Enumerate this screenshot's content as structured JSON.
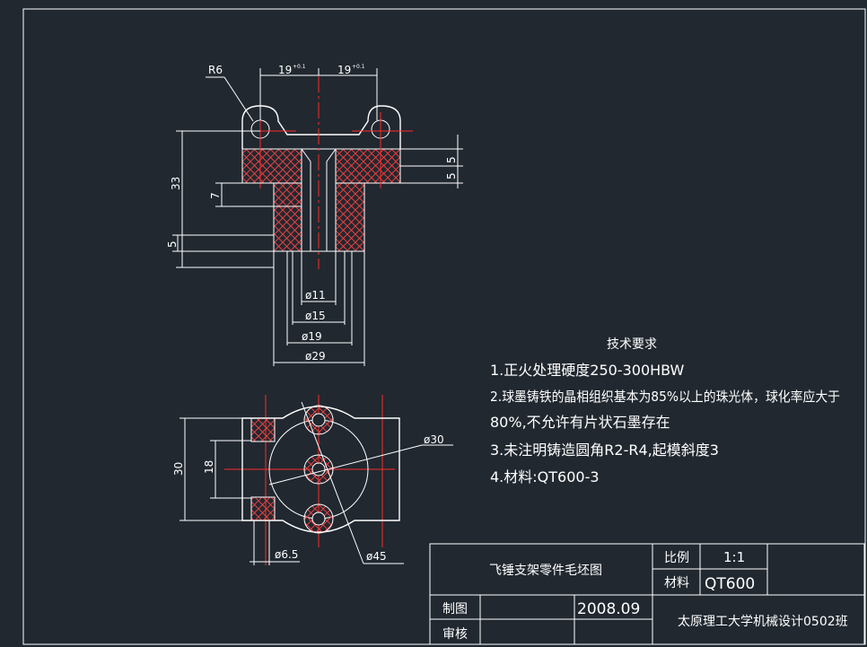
{
  "drawing": {
    "front_view": {
      "dims": {
        "radius": "R6",
        "top_left": "19",
        "top_right": "19",
        "tol_plus": "+0.1",
        "tol_minus": "+0.1",
        "height_total": "33",
        "step_7": "7",
        "step_5": "5",
        "right_5a": "5",
        "right_5b": "5",
        "dia_11": "ø11",
        "dia_15": "ø15",
        "dia_19": "ø19",
        "dia_29": "ø29"
      }
    },
    "top_view": {
      "dims": {
        "dia_30": "ø30",
        "height_30": "30",
        "height_18": "18",
        "dia_6_5": "ø6.5",
        "dia_45": "ø45"
      }
    },
    "notes": {
      "heading": "技术要求",
      "items": [
        "1.正火处理硬度250-300HBW",
        "2.球墨铸铁的晶相组织基本为85%以上的珠光体，球化率应大于",
        "80%,不允许有片状石墨存在",
        "3.未注明铸造圆角R2-R4,起模斜度3",
        "4.材料:QT600-3"
      ]
    },
    "title_block": {
      "part_name": "飞锤支架零件毛坯图",
      "scale_label": "比例",
      "scale_value": "1:1",
      "material_label": "材料",
      "material_value": "QT600",
      "drawn_label": "制图",
      "date": "2008.09",
      "check_label": "审核",
      "school": "太原理工大学机械设计0502班"
    }
  },
  "colors": {
    "background": "#212830",
    "lines": "#ffffff",
    "centerlines": "#ff2a2a"
  }
}
